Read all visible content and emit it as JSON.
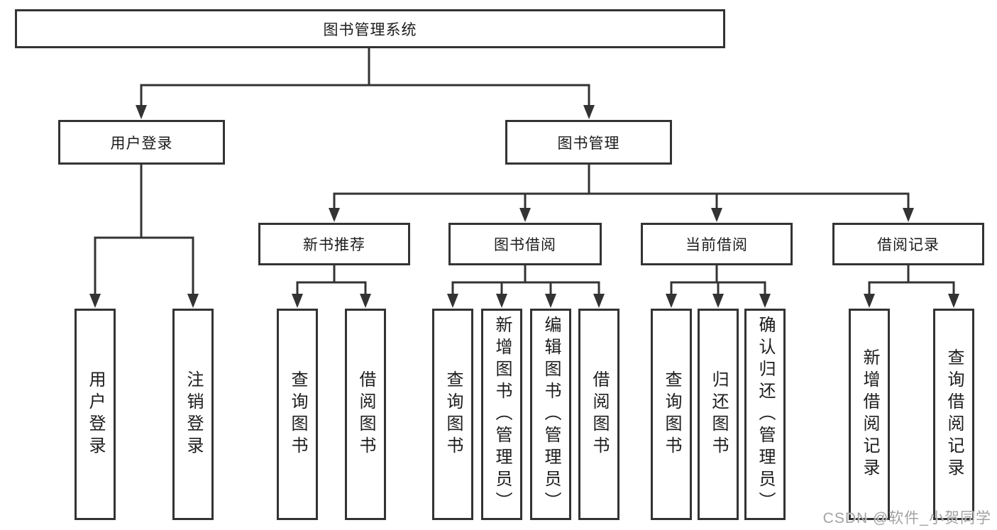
{
  "diagram": {
    "root": "图书管理系统",
    "level2": [
      {
        "label": "用户登录"
      },
      {
        "label": "图书管理"
      }
    ],
    "level3": [
      {
        "label": "新书推荐"
      },
      {
        "label": "图书借阅"
      },
      {
        "label": "当前借阅"
      },
      {
        "label": "借阅记录"
      }
    ],
    "leaves": {
      "user_login": [
        "用户登录",
        "注销登录"
      ],
      "new_book_recommend": [
        "查询图书",
        "借阅图书"
      ],
      "book_borrow": [
        "查询图书",
        "新增图书（管理员）",
        "编辑图书（管理员）",
        "借阅图书"
      ],
      "current_borrow": [
        "查询图书",
        "归还图书",
        "确认归还（管理员）"
      ],
      "borrow_records": [
        "新增借阅记录",
        "查询借阅记录"
      ]
    }
  },
  "colors": {
    "line": "#333333",
    "text": "#1c1c1c",
    "watermark": "#a3a3a3",
    "background": "#ffffff"
  },
  "watermark": "CSDN @软件_小贺同学"
}
